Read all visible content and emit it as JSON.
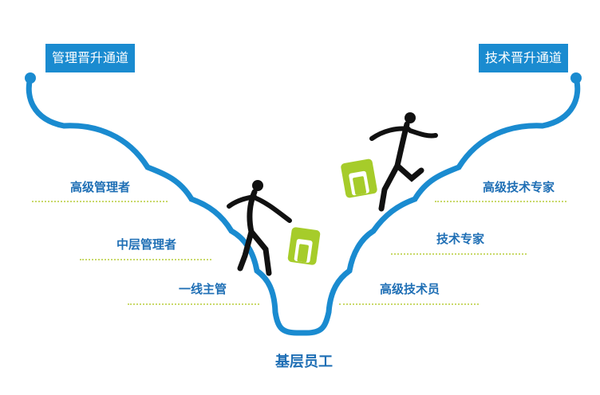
{
  "tags": {
    "left": "管理晋升通道",
    "right": "技术晋升通道"
  },
  "levels": {
    "left": [
      "高级管理者",
      "中层管理者",
      "一线主管"
    ],
    "right": [
      "高级技术专家",
      "技术专家",
      "高级技术员"
    ]
  },
  "base": "基层员工",
  "icons": {
    "figure_left": "running-man-with-bag-icon",
    "figure_right": "running-man-with-bag-icon"
  },
  "colors": {
    "accent": "#1a8bd0",
    "label_text": "#1f6fb5",
    "bag": "#a6cc2a",
    "dots": "#c9d96a"
  }
}
